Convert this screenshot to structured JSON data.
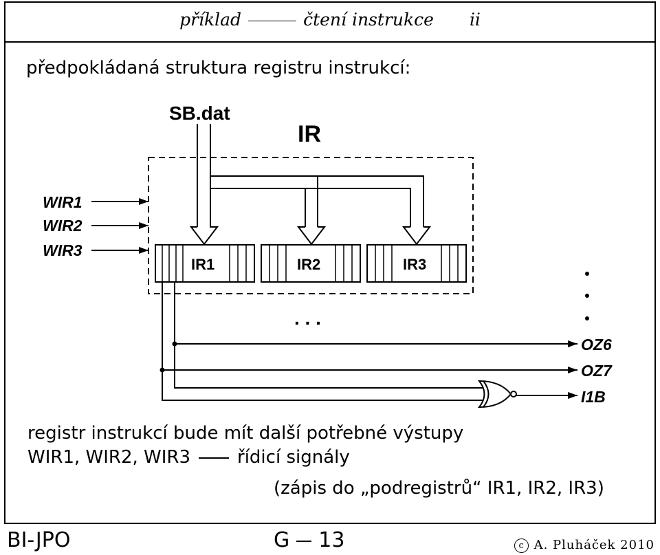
{
  "header": {
    "title_left": "příklad",
    "title_right": "čtení instrukce",
    "page_roman": "ii"
  },
  "heading": "předpokládaná struktura registru instrukcí:",
  "diagram": {
    "bus_label": "SB.dat",
    "register_label": "IR",
    "write_signals": [
      "WIR1",
      "WIR2",
      "WIR3"
    ],
    "subregisters": [
      "IR1",
      "IR2",
      "IR3"
    ],
    "ellipsis": ". . .",
    "outputs": [
      "OZ6",
      "OZ7",
      "I1B"
    ],
    "colors": {
      "ink": "#000000",
      "background": "#ffffff"
    },
    "gate_icon": "nor-gate-icon"
  },
  "text": {
    "line1": "registr instrukcí bude mít další potřebné výstupy",
    "line2_signals": "WIR1, WIR2, WIR3",
    "line2_desc": "řídicí signály",
    "line3": "(zápis do „podregistrů“ IR1, IR2, IR3)"
  },
  "footer": {
    "course": "BI-JPO",
    "slide_letter": "G",
    "slide_number": "13",
    "copyright_symbol": "c",
    "author": "A. Pluháček 2010"
  }
}
